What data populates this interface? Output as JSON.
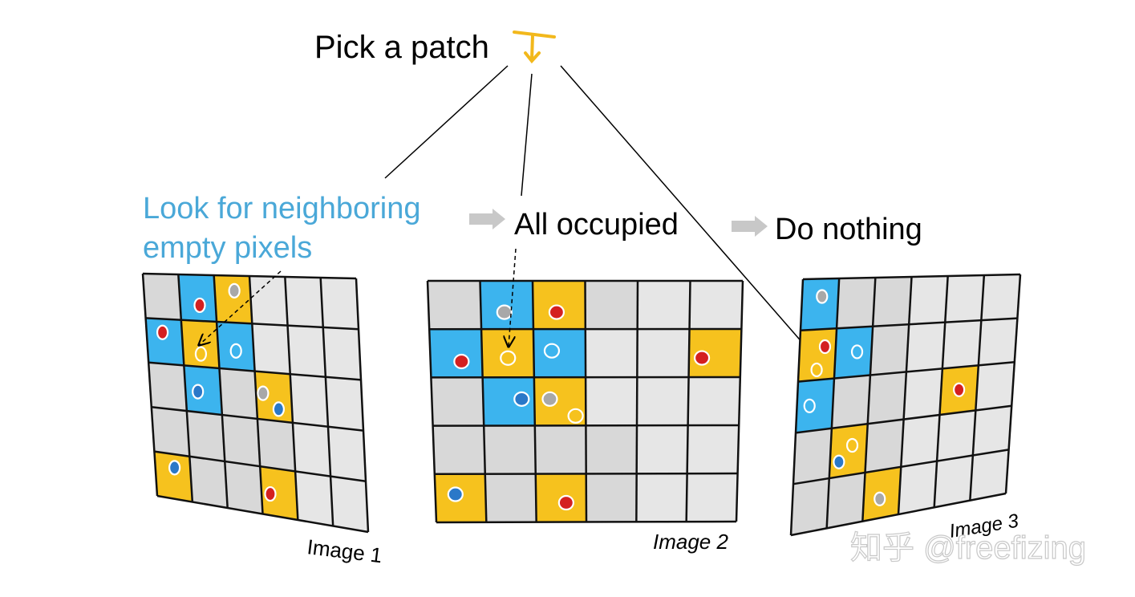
{
  "title": {
    "text": "Pick a patch",
    "color": "#000000"
  },
  "patch_icon": {
    "name": "patch-pick-icon",
    "color": "#f2b81c"
  },
  "step_labels": {
    "look_line1": "Look for neighboring",
    "look_line2": "empty pixels",
    "look_color": "#4aa8d8",
    "occupied": "All occupied",
    "nothing": "Do nothing"
  },
  "arrow_icons": {
    "name": "gray-right-arrow-icon",
    "color": "#c8c8c8"
  },
  "colors": {
    "empty": "#d8d8d8",
    "empty_light": "#e6e6e6",
    "blue": "#3cb4ee",
    "yellow": "#f6c21e",
    "grid_line": "#111111",
    "dot_red": "#d42020",
    "dot_blue": "#2a78c8",
    "dot_gray": "#a8a8a8",
    "dot_hollow": "#f4f4f4"
  },
  "images": [
    {
      "label": "Image 1"
    },
    {
      "label": "Image 2"
    },
    {
      "label": "Image 3"
    }
  ],
  "watermark": "知乎 @freefizing"
}
